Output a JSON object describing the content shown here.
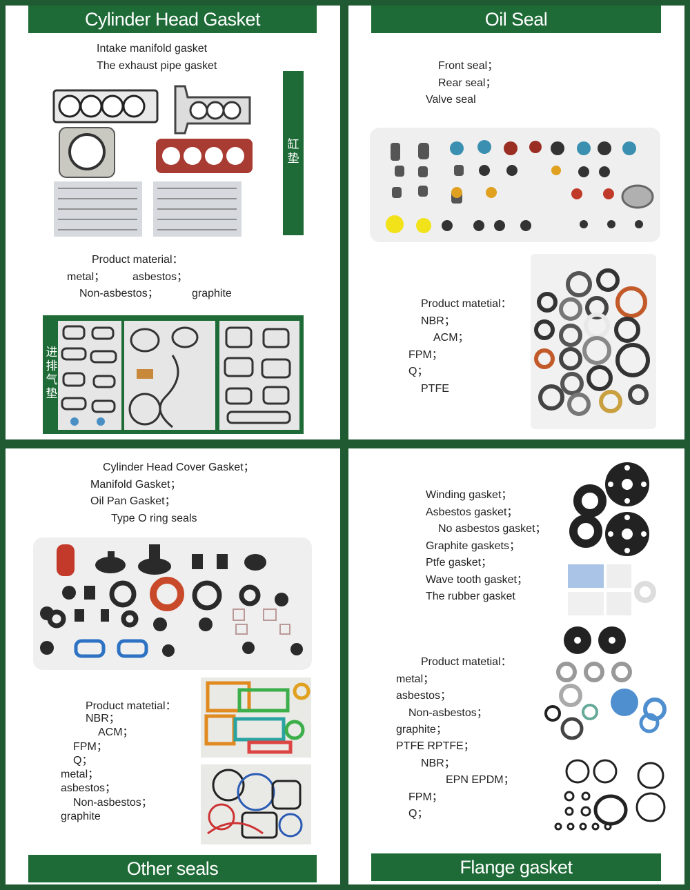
{
  "panels": {
    "cylinder_head": {
      "title": "Cylinder Head Gasket",
      "intro": [
        "Intake manifold gasket",
        "The exhaust pipe gasket"
      ],
      "side_label": "缸垫",
      "material_title": "Product material：",
      "materials": [
        "metal；",
        "asbestos；",
        "Non-asbestos；",
        "graphite"
      ],
      "bottom_label": "进排气垫"
    },
    "oil_seal": {
      "title": "Oil Seal",
      "intro": [
        "Front seal；",
        "Rear seal；",
        "Valve seal"
      ],
      "material_title": "Product matetial：",
      "materials": [
        "NBR；",
        "ACM；",
        "FPM；",
        "Q；",
        "PTFE"
      ]
    },
    "other_seals": {
      "title": "Other seals",
      "intro": [
        "Cylinder Head Cover Gasket；",
        "Manifold Gasket；",
        "Oil Pan Gasket；",
        "Type O ring seals"
      ],
      "material_title": "Product matetial：",
      "materials": [
        "NBR；",
        "ACM；",
        "FPM；",
        "Q；",
        "metal；",
        "asbestos；",
        "Non-asbestos；",
        "graphite"
      ]
    },
    "flange_gasket": {
      "title": "Flange gasket",
      "intro": [
        "Winding gasket；",
        "Asbestos gasket；",
        "No asbestos gasket；",
        "Graphite gaskets；",
        "Ptfe gasket；",
        "Wave tooth gasket；",
        "The rubber gasket"
      ],
      "material_title": "Product matetial：",
      "materials": [
        "metal；",
        "asbestos；",
        "Non-asbestos；",
        "graphite；",
        "PTFE RPTFE；",
        "NBR；",
        "EPN EPDM；",
        "FPM；",
        "Q；"
      ]
    }
  },
  "colors": {
    "background": "#1f5a32",
    "banner": "#1e6b37",
    "panel": "#ffffff"
  }
}
